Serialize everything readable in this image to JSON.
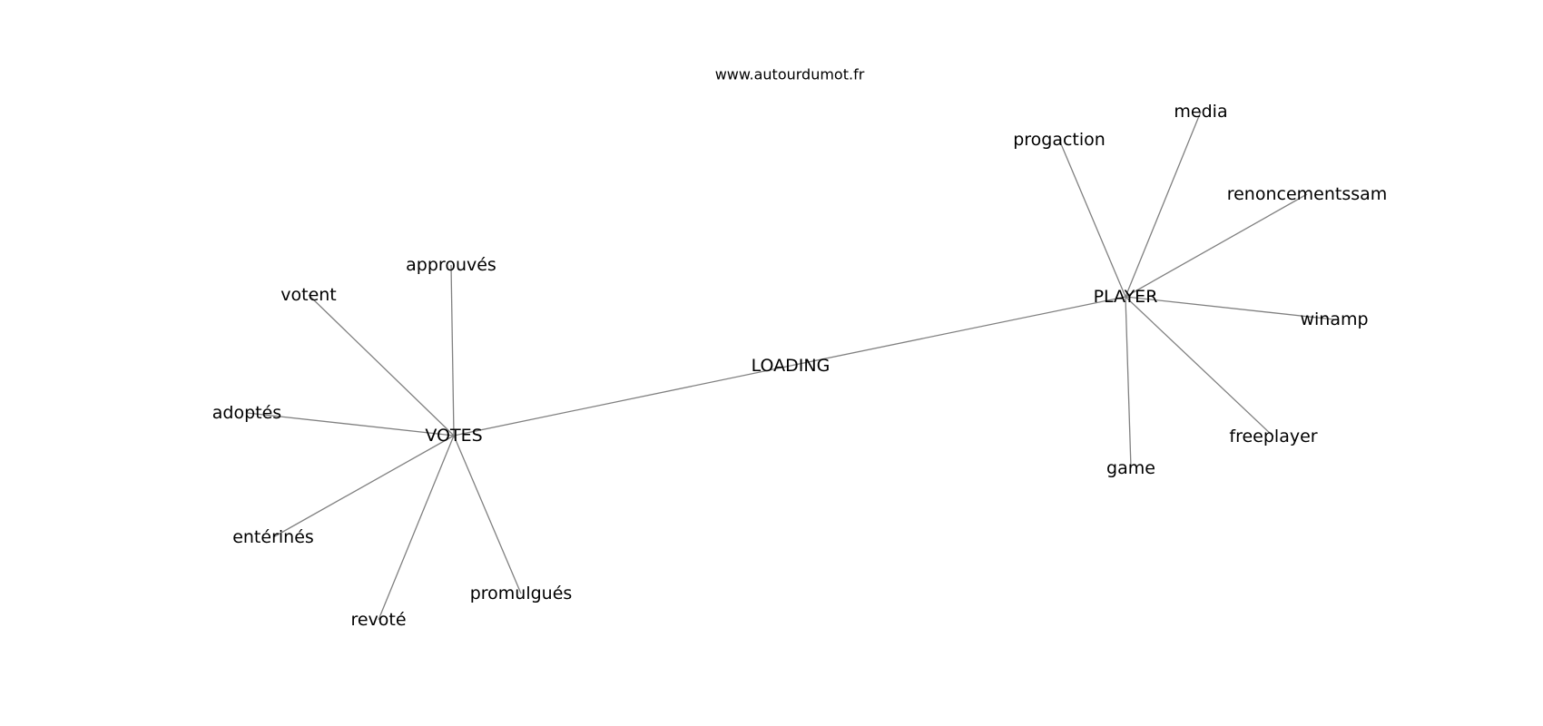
{
  "watermark": "www.autourdumot.fr",
  "colors": {
    "edge": "#808080",
    "text": "#000000",
    "background": "#ffffff"
  },
  "graph": {
    "center": "LOADING",
    "hubs": [
      {
        "id": "votes",
        "label": "VOTES",
        "leaves": [
          {
            "id": "approuves",
            "label": "approuvés"
          },
          {
            "id": "votent",
            "label": "votent"
          },
          {
            "id": "adoptes",
            "label": "adoptés"
          },
          {
            "id": "enterines",
            "label": "entérinés"
          },
          {
            "id": "revote",
            "label": "revoté"
          },
          {
            "id": "promulgues",
            "label": "promulgués"
          }
        ]
      },
      {
        "id": "player",
        "label": "PLAYER",
        "leaves": [
          {
            "id": "progaction",
            "label": "progaction"
          },
          {
            "id": "media",
            "label": "media"
          },
          {
            "id": "renoncementssam",
            "label": "renoncementssam"
          },
          {
            "id": "winamp",
            "label": "winamp"
          },
          {
            "id": "freeplayer",
            "label": "freeplayer"
          },
          {
            "id": "game",
            "label": "game"
          }
        ]
      }
    ]
  }
}
